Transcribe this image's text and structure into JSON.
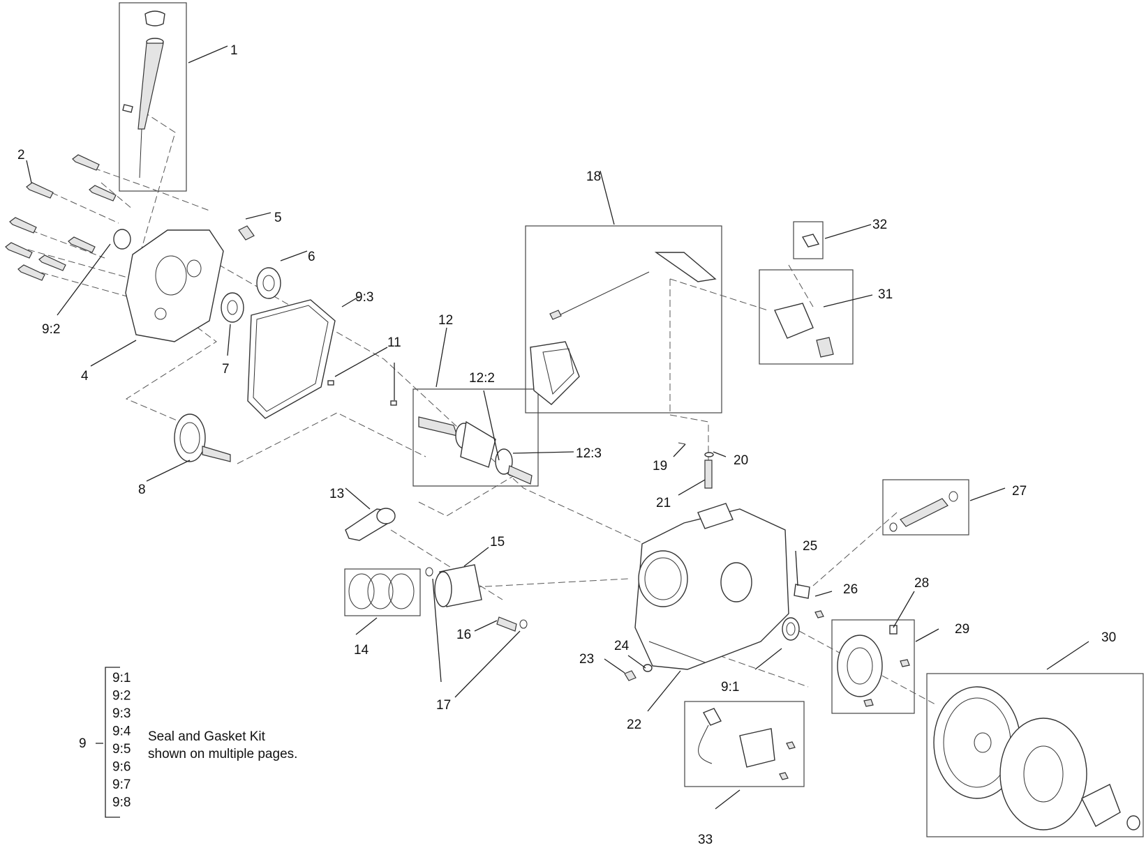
{
  "callouts": {
    "c1": "1",
    "c2": "2",
    "c4": "4",
    "c5": "5",
    "c6": "6",
    "c7": "7",
    "c8": "8",
    "c9_2": "9:2",
    "c9_3": "9:3",
    "c9_1": "9:1",
    "c11": "11",
    "c12": "12",
    "c12_2": "12:2",
    "c12_3": "12:3",
    "c13": "13",
    "c14": "14",
    "c15": "15",
    "c16": "16",
    "c17": "17",
    "c18": "18",
    "c19": "19",
    "c20": "20",
    "c21": "21",
    "c22": "22",
    "c23": "23",
    "c24": "24",
    "c25": "25",
    "c26": "26",
    "c27": "27",
    "c28": "28",
    "c29": "29",
    "c30": "30",
    "c31": "31",
    "c32": "32",
    "c33": "33"
  },
  "kit": {
    "number": "9",
    "items": [
      "9:1",
      "9:2",
      "9:3",
      "9:4",
      "9:5",
      "9:6",
      "9:7",
      "9:8"
    ],
    "description_line1": "Seal and Gasket Kit",
    "description_line2": "shown on multiple pages."
  }
}
